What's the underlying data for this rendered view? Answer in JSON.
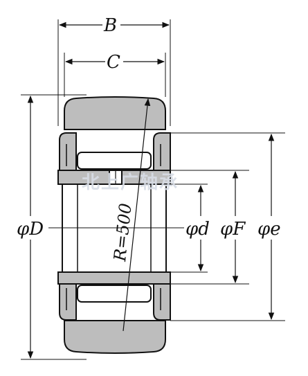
{
  "labels": {
    "width_B": "B",
    "width_C": "C",
    "outer_diameter": "φD",
    "bore_diameter": "φd",
    "raceway_diameter": "φF",
    "flange_diameter": "φe",
    "crown_radius": "R=500"
  },
  "watermark": "北上广轴承",
  "colors": {
    "section_fill": "#bdbdbd",
    "line": "#111111",
    "watermark": "#d8dde6"
  }
}
